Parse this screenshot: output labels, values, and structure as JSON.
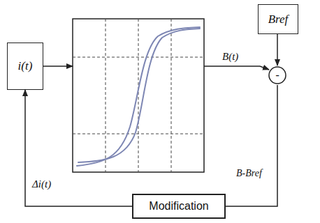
{
  "diagram": {
    "nodes": [
      {
        "text": [
          "i(t)"
        ]
      },
      {
        "text": [
          "Bref"
        ]
      },
      {
        "text": [
          "-"
        ]
      },
      {
        "text": [
          "Modification"
        ]
      }
    ],
    "edges": [
      {
        "from": 1,
        "to": 2,
        "arrow": "to"
      },
      {
        "from": 2,
        "to": 3,
        "arrow": "none"
      },
      {
        "from": 3,
        "to": 0,
        "label": "Δi(t)",
        "arrow": "to"
      }
    ],
    "labels": [
      "B(t)",
      "B-Bref"
    ]
  }
}
